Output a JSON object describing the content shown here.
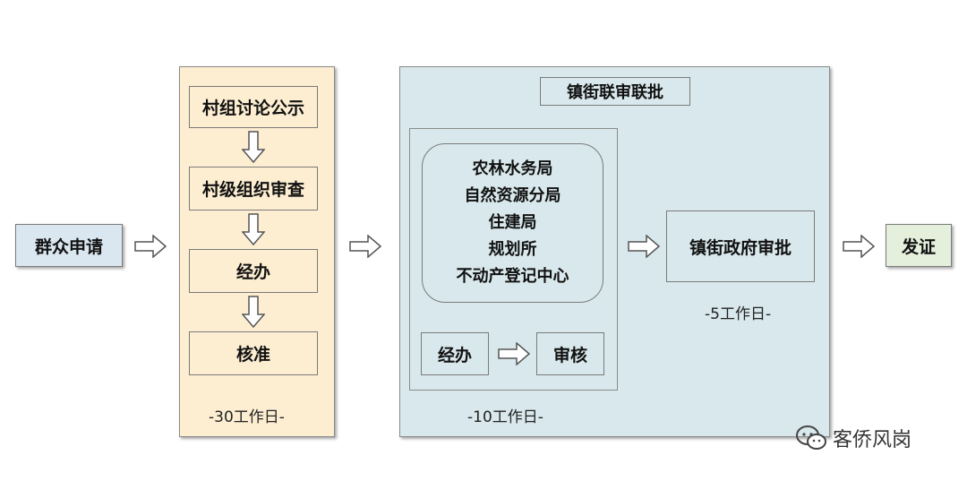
{
  "nodes": {
    "apply": "群众申请",
    "village_discuss": "村组讨论公示",
    "village_review": "村级组织审查",
    "handle_1": "经办",
    "approve": "核准",
    "joint_title": "镇街联审联批",
    "depts": [
      "农林水务局",
      "自然资源分局",
      "住建局",
      "规划所",
      "不动产登记中心"
    ],
    "handle_2": "经办",
    "audit": "审核",
    "town_approve": "镇街政府审批",
    "issue": "发证"
  },
  "durations": {
    "village": "-30工作日-",
    "joint": "-10工作日-",
    "town": "-5工作日-"
  },
  "watermark": "客侨风岗",
  "colors": {
    "apply_fill": "#dbe7f0",
    "village_panel": "#fdeed2",
    "joint_panel": "#d9e8ec",
    "issue_fill": "#e4efdc",
    "stroke": "#7a7a7a"
  }
}
